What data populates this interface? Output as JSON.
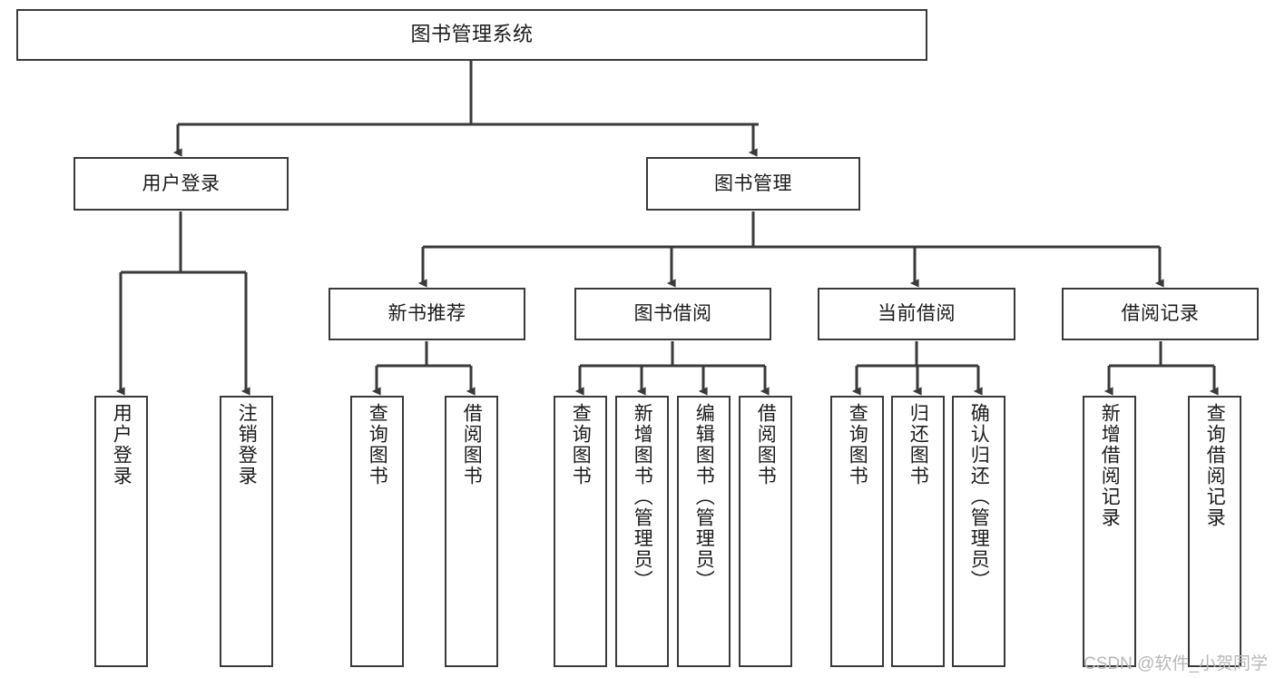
{
  "diagram": {
    "title": "图书管理系统",
    "colors": {
      "box_border": "#3a3a3a",
      "box_fill": "#ffffff",
      "edge": "#3a3a3a",
      "text": "#1b1b1b",
      "watermark": "#b8b8b8",
      "background": "#ffffff"
    },
    "nodes": {
      "root": {
        "label": "图书管理系统"
      },
      "level2": [
        {
          "id": "user-login",
          "label": "用户登录"
        },
        {
          "id": "book-manage",
          "label": "图书管理"
        }
      ],
      "level3": [
        {
          "id": "new-book-rec",
          "label": "新书推荐"
        },
        {
          "id": "book-borrow",
          "label": "图书借阅"
        },
        {
          "id": "current-borrow",
          "label": "当前借阅"
        },
        {
          "id": "borrow-record",
          "label": "借阅记录"
        }
      ],
      "leaves": {
        "user-login": [
          {
            "id": "leaf-user-login",
            "label": "用户登录"
          },
          {
            "id": "leaf-user-logout",
            "label": "注销登录"
          }
        ],
        "new-book-rec": [
          {
            "id": "leaf-query-book-1",
            "label": "查询图书"
          },
          {
            "id": "leaf-borrow-book-1",
            "label": "借阅图书"
          }
        ],
        "book-borrow": [
          {
            "id": "leaf-query-book-2",
            "label": "查询图书"
          },
          {
            "id": "leaf-add-book",
            "label": "新增图书（管理员）"
          },
          {
            "id": "leaf-edit-book",
            "label": "编辑图书（管理员）"
          },
          {
            "id": "leaf-borrow-book-2",
            "label": "借阅图书"
          }
        ],
        "current-borrow": [
          {
            "id": "leaf-query-book-3",
            "label": "查询图书"
          },
          {
            "id": "leaf-return-book",
            "label": "归还图书"
          },
          {
            "id": "leaf-confirm-return",
            "label": "确认归还（管理员）"
          }
        ],
        "borrow-record": [
          {
            "id": "leaf-add-record",
            "label": "新增借阅记录"
          },
          {
            "id": "leaf-query-record",
            "label": "查询借阅记录"
          }
        ]
      }
    },
    "watermark": "CSDN @软件_小贺同学"
  }
}
